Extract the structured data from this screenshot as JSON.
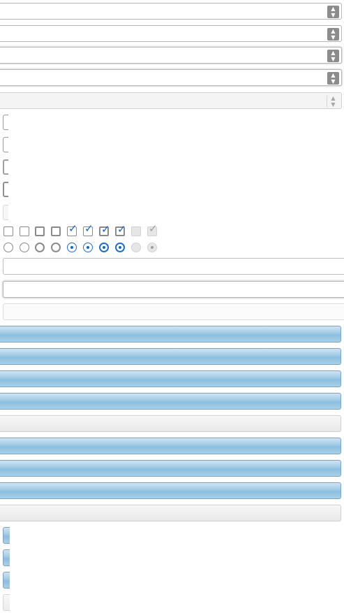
{
  "selects": [
    {
      "value": "",
      "arrow_icon": "up-down-arrows",
      "state": "normal"
    },
    {
      "value": "",
      "arrow_icon": "up-down-arrows",
      "state": "normal"
    },
    {
      "value": "",
      "arrow_icon": "up-down-arrows",
      "state": "focused"
    },
    {
      "value": "",
      "arrow_icon": "up-down-arrows",
      "state": "focused"
    },
    {
      "value": "",
      "arrow_icon": "up-down-arrows",
      "state": "disabled"
    }
  ],
  "checkboxes": [
    {
      "checked": false,
      "disabled": false
    },
    {
      "checked": false,
      "disabled": false
    },
    {
      "checked": false,
      "disabled": false
    },
    {
      "checked": false,
      "disabled": false
    },
    {
      "checked": true,
      "disabled": false
    },
    {
      "checked": true,
      "disabled": false
    },
    {
      "checked": true,
      "disabled": false
    },
    {
      "checked": true,
      "disabled": false
    },
    {
      "checked": false,
      "disabled": true
    },
    {
      "checked": true,
      "disabled": true
    }
  ],
  "radios": [
    {
      "selected": false,
      "disabled": false
    },
    {
      "selected": false,
      "disabled": false
    },
    {
      "selected": false,
      "disabled": false
    },
    {
      "selected": false,
      "disabled": false
    },
    {
      "selected": true,
      "disabled": false
    },
    {
      "selected": true,
      "disabled": false
    },
    {
      "selected": true,
      "disabled": false
    },
    {
      "selected": true,
      "disabled": false
    },
    {
      "selected": false,
      "disabled": true
    },
    {
      "selected": true,
      "disabled": true
    }
  ],
  "text_inputs": [
    {
      "value": "",
      "placeholder": ""
    },
    {
      "value": "",
      "placeholder": ""
    },
    {
      "value": "",
      "placeholder": ""
    }
  ],
  "colors": {
    "accent_blue": "#1565c0",
    "button_blue": "#9ec9e5",
    "select_arrow_gray": "#8c8c8c",
    "disabled_gray": "#e9e9e9"
  }
}
